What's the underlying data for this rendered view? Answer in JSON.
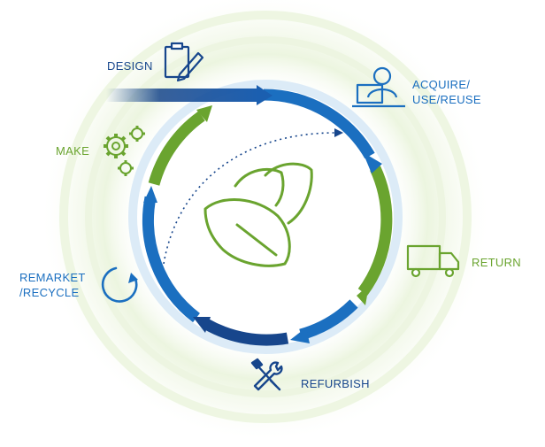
{
  "colors": {
    "blue": "#1b6fc0",
    "navy": "#17468c",
    "green": "#6aa42f",
    "light_blue": "#d6e8f5",
    "light_green": "#e9f3d9"
  },
  "stages": {
    "design": {
      "label": "DESIGN",
      "icon": "clipboard-pencil-icon"
    },
    "acquire": {
      "line1": "ACQUIRE/",
      "line2": "USE/REUSE",
      "icon": "person-laptop-icon"
    },
    "return": {
      "label": "RETURN",
      "icon": "delivery-truck-icon"
    },
    "refurbish": {
      "label": "REFURBISH",
      "icon": "wrench-screwdriver-icon"
    },
    "remarket": {
      "line1": "REMARKET",
      "line2": "/RECYCLE",
      "icon": "circular-arrow-icon"
    },
    "make": {
      "label": "MAKE",
      "icon": "gears-icon"
    }
  },
  "center": {
    "icon": "leaves-icon"
  }
}
